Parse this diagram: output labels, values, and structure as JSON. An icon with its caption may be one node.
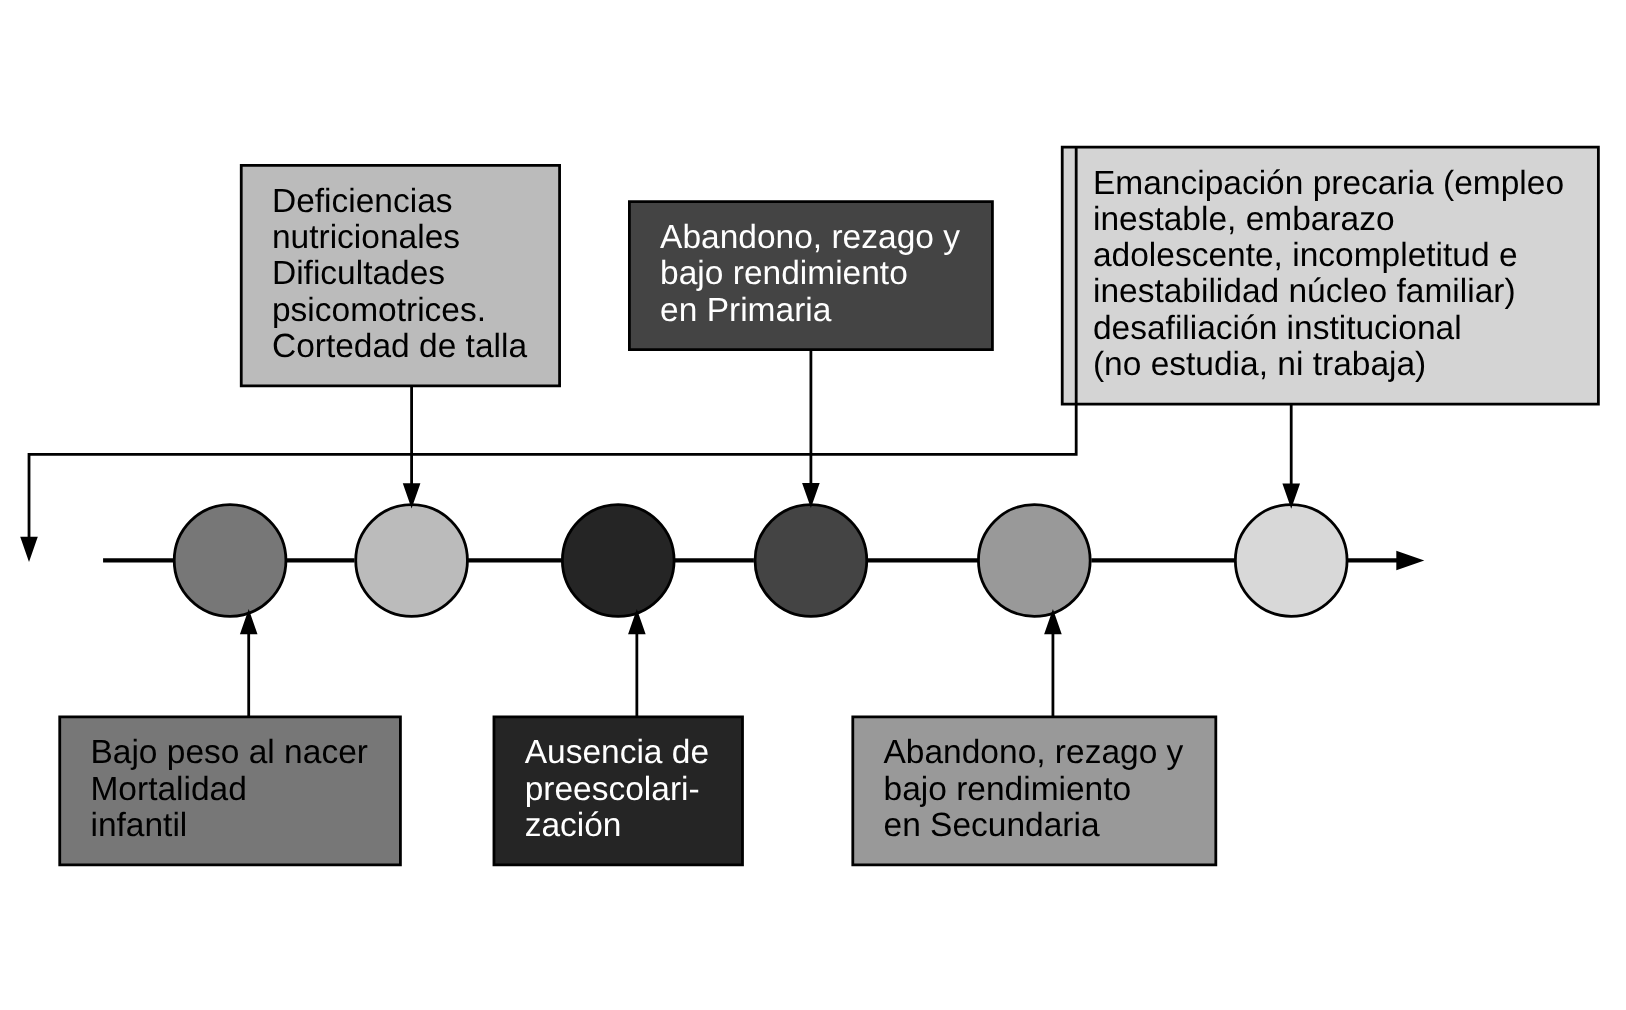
{
  "diagram": {
    "nodes": [
      {
        "text": [
          "Deficiencias nutricionales Dificultades psicomotrices. Cortedad de talla"
        ]
      },
      {
        "text": [
          "Abandono, rezago y bajo rendimiento en Primaria"
        ]
      },
      {
        "text": [
          "Emancipación precaria (empleo inestable, embarazo adolescente, incompletitud e inestabilidad núcleo familiar) desafiliación institucional (no estudia, ni trabaja)"
        ]
      },
      {
        "text": [],
        "shape": "circle"
      },
      {
        "text": [],
        "shape": "circle"
      },
      {
        "text": [],
        "shape": "circle"
      },
      {
        "text": [],
        "shape": "circle"
      },
      {
        "text": [],
        "shape": "circle"
      },
      {
        "text": [],
        "shape": "circle"
      },
      {
        "text": [
          "Bajo peso al nacer Mortalidad infantil"
        ]
      },
      {
        "text": [
          "Ausencia de preescolari- zación"
        ]
      },
      {
        "text": [
          "Abandono, rezago y bajo rendimiento en Secundaria"
        ]
      }
    ],
    "edges": [
      {
        "from": null,
        "to": 3,
        "arrow": "none"
      },
      {
        "from": 3,
        "to": 4,
        "arrow": "none"
      },
      {
        "from": 4,
        "to": 5,
        "arrow": "none"
      },
      {
        "from": 5,
        "to": 6,
        "arrow": "none"
      },
      {
        "from": 6,
        "to": 7,
        "arrow": "none"
      },
      {
        "from": 7,
        "to": 8,
        "arrow": "none"
      },
      {
        "from": 8,
        "to": null,
        "arrow": "to"
      },
      {
        "from": 0,
        "to": 4,
        "arrow": "to"
      },
      {
        "from": 1,
        "to": 6,
        "arrow": "to"
      },
      {
        "from": 2,
        "to": 8,
        "arrow": "to"
      },
      {
        "from": 9,
        "to": 3,
        "arrow": "to"
      },
      {
        "from": 10,
        "to": 5,
        "arrow": "to"
      },
      {
        "from": 11,
        "to": 7,
        "arrow": "to"
      },
      {
        "from": 2,
        "to": null,
        "arrow": "to"
      }
    ]
  }
}
